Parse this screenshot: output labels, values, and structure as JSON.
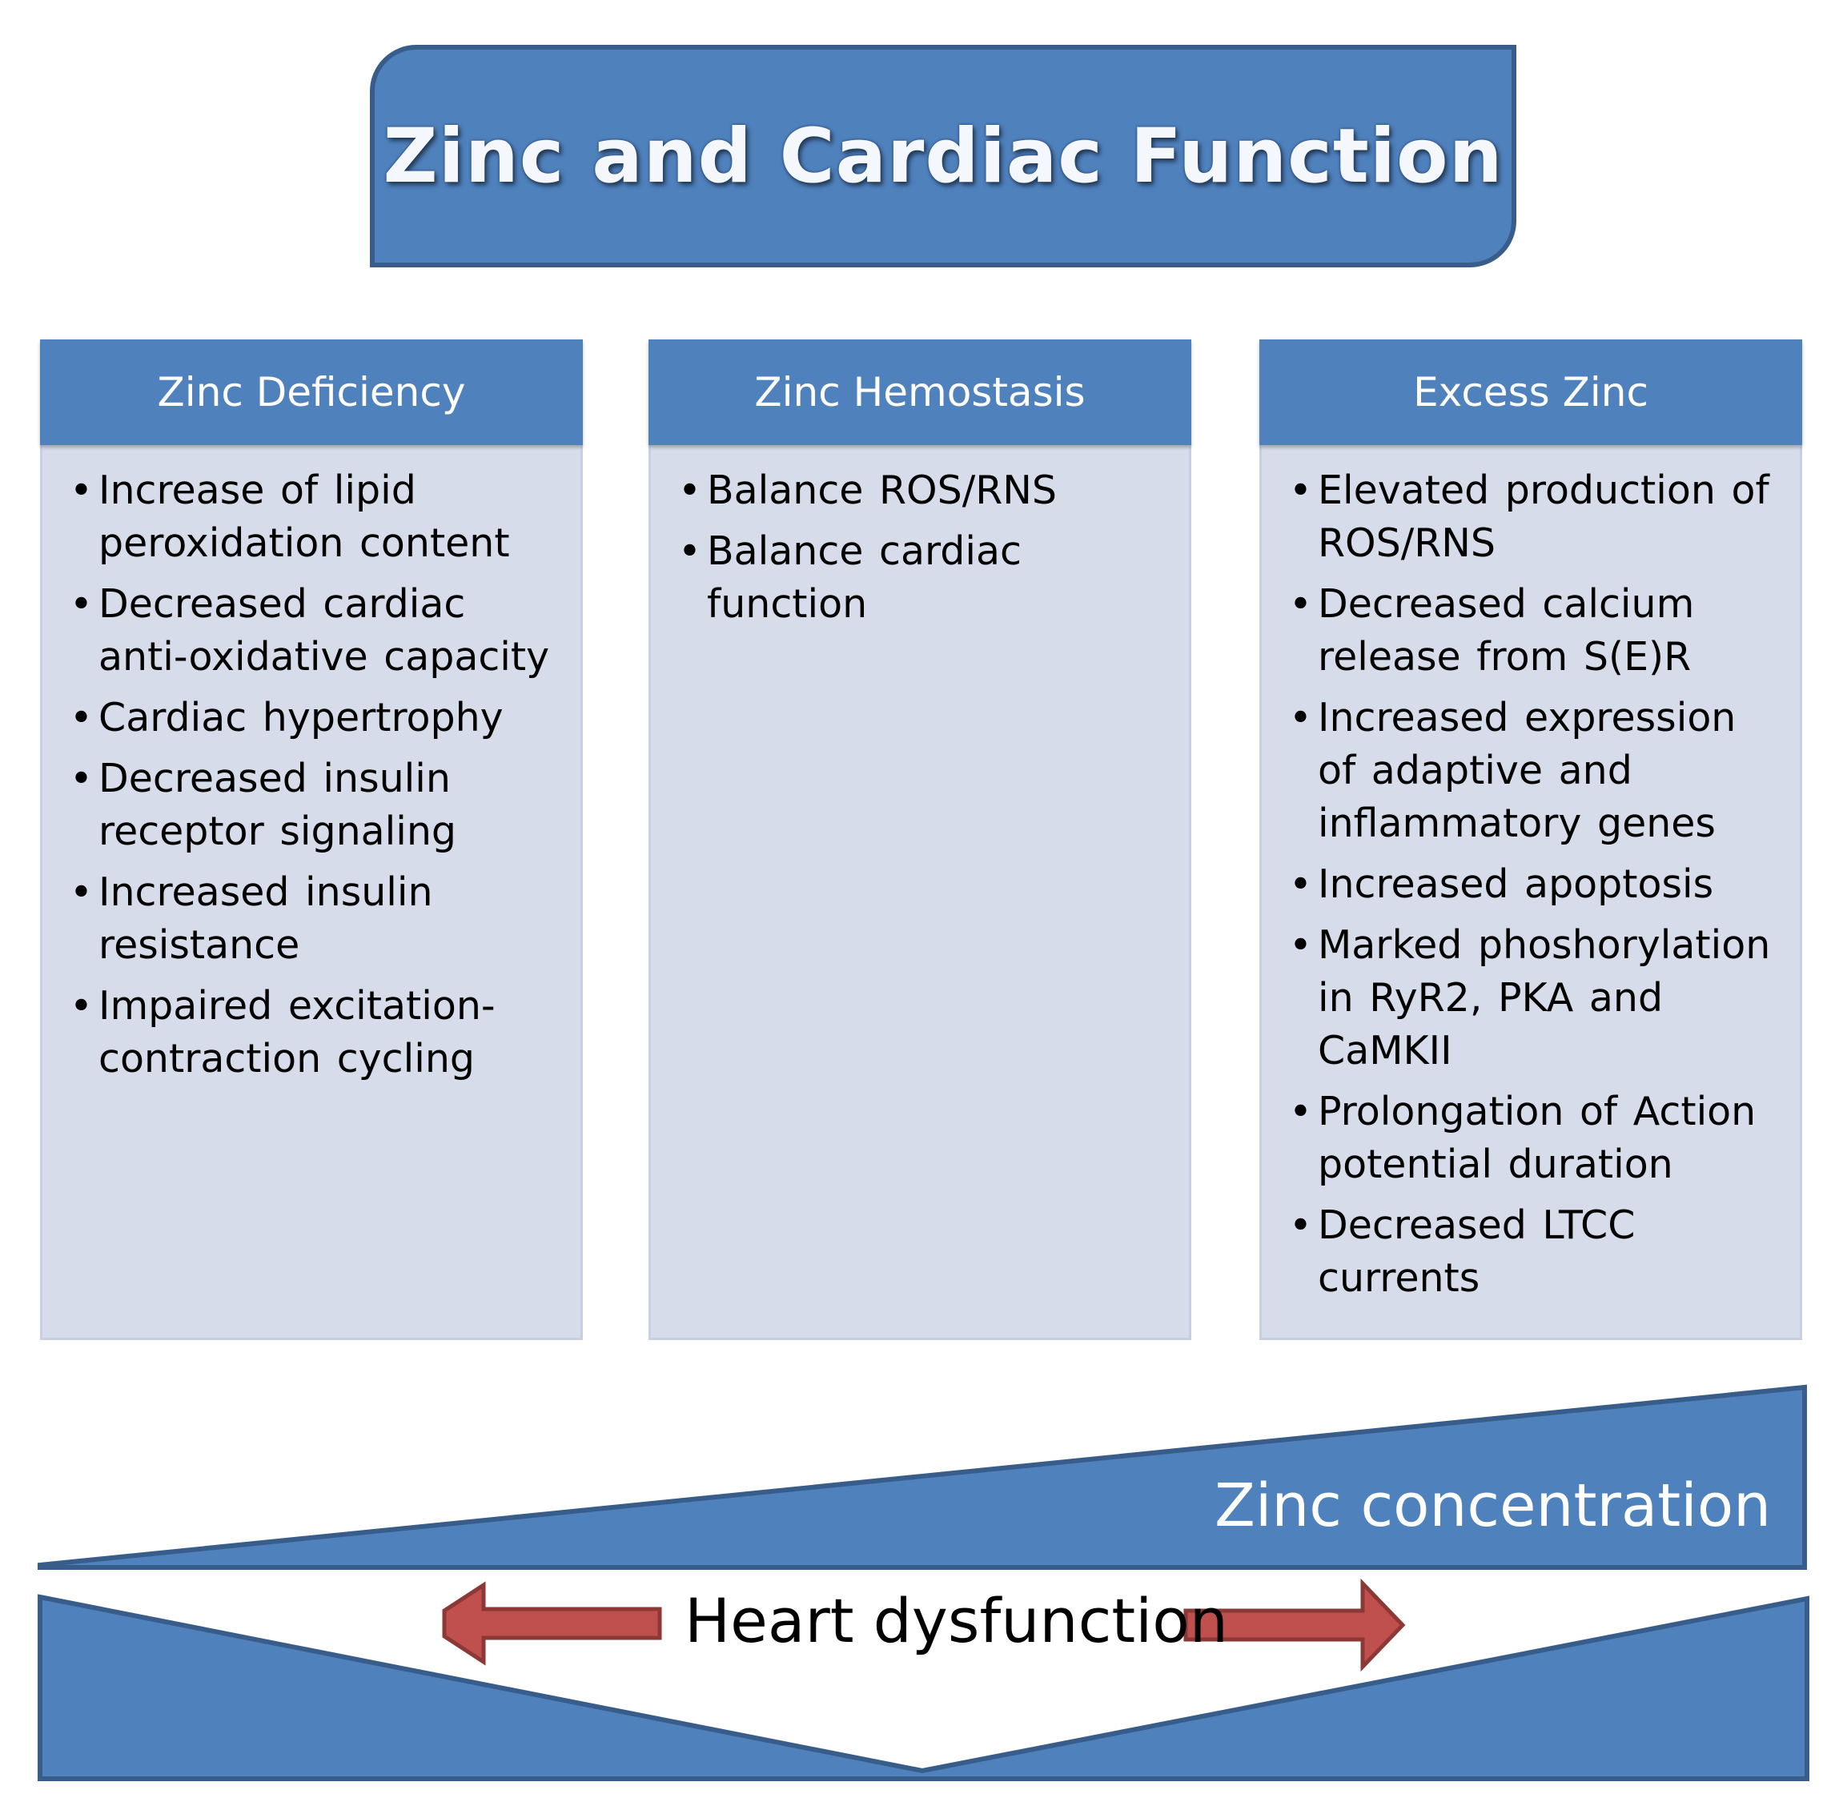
{
  "title": "Zinc and Cardiac Function",
  "colors": {
    "primary_blue": "#4f81bd",
    "border_blue": "#385d8a",
    "panel_fill": "#d6dce9",
    "arrow_red": "#c0504d",
    "arrow_border": "#8c3836"
  },
  "columns": [
    {
      "header": "Zinc Deficiency",
      "items": [
        "Increase of lipid peroxidation content",
        "Decreased cardiac anti-oxidative capacity",
        "Cardiac hypertrophy",
        "Decreased insulin receptor signaling",
        "Increased insulin resistance",
        "Impaired excitation-contraction cycling"
      ]
    },
    {
      "header": "Zinc Hemostasis",
      "items": [
        "Balance ROS/RNS",
        "Balance cardiac function"
      ]
    },
    {
      "header": "Excess Zinc",
      "items": [
        "Elevated production of ROS/RNS",
        "Decreased calcium release from S(E)R",
        "Increased expression of adaptive and inflammatory genes",
        "Increased apoptosis",
        "Marked phoshorylation in RyR2, PKA and CaMKII",
        "Prolongation of Action potential duration",
        "Decreased LTCC currents"
      ]
    }
  ],
  "concentration_label": "Zinc concentration",
  "dysfunction_label": "Heart dysfunction"
}
